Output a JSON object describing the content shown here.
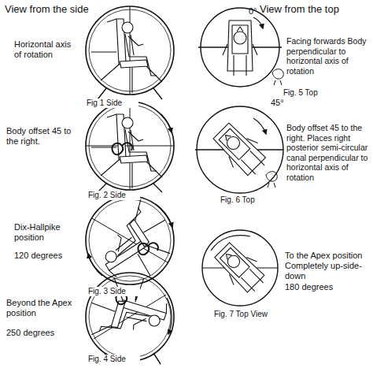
{
  "diagram": {
    "labels": [
      "View from the side",
      "View from the top",
      "Horizontal axis of rotation",
      "0°",
      "Facing forwards Body perpendicular to horizontal axis of rotation",
      "Fig 1 Side",
      "Fig. 5 Top",
      "Body offset 45 to the right.",
      "45°",
      "Body offset 45 to the right. Places right posterior semi-circular canal perpendicular to horizontal axis of rotation",
      "Fig. 2 Side",
      "Fig. 6 Top",
      "Dix-Hallpike position",
      "120 degrees",
      "Fig. 3 Side",
      "To the Apex position Completely up-side-down",
      "180 degrees",
      "Fig. 7 Top View",
      "Beyond the Apex position",
      "250 degrees",
      "Fig. 4 Side"
    ]
  }
}
